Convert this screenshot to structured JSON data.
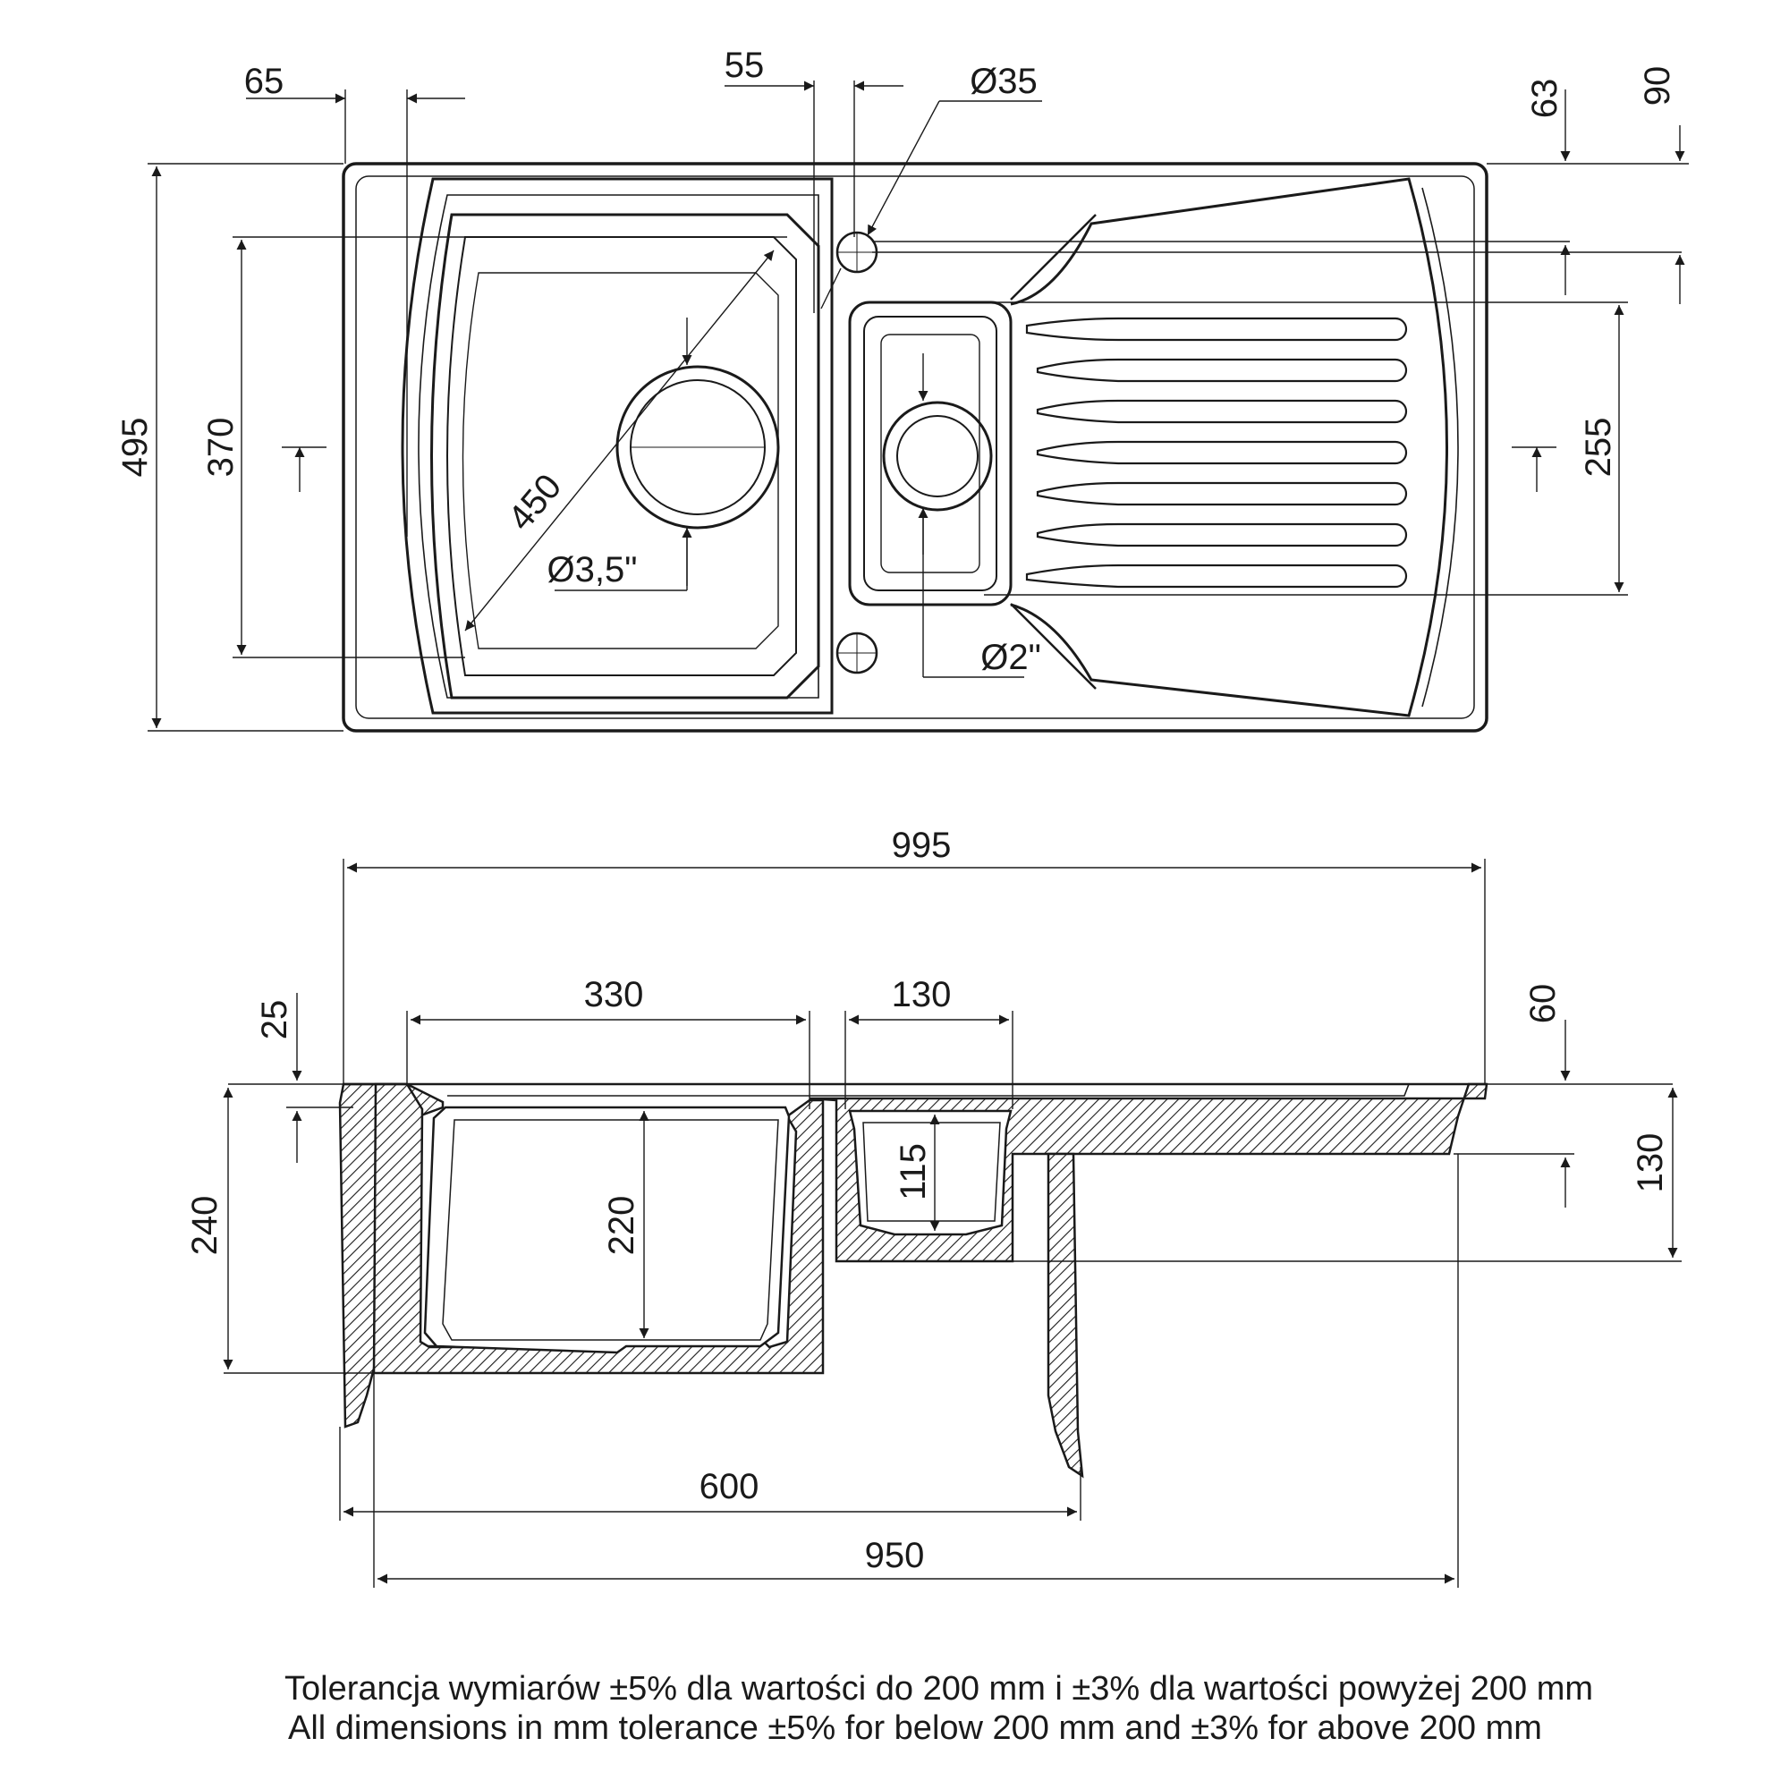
{
  "top_view": {
    "dims": {
      "d65": "65",
      "d55": "55",
      "d35": "Ø35",
      "d63": "63",
      "d90": "90",
      "d495": "495",
      "d370": "370",
      "d450": "450",
      "d3_5": "Ø3,5\"",
      "d2": "Ø2\"",
      "d255": "255"
    }
  },
  "section_view": {
    "dims": {
      "d995": "995",
      "d330": "330",
      "d130a": "130",
      "d25": "25",
      "d60": "60",
      "d240": "240",
      "d220": "220",
      "d115": "115",
      "d130b": "130",
      "d600": "600",
      "d950": "950"
    }
  },
  "notes": {
    "polish": "Tolerancja wymiarów ±5% dla wartości do 200 mm i ±3% dla wartości powyżej 200 mm",
    "english": "All dimensions in mm tolerance ±5% for below 200 mm and ±3% for above 200 mm"
  },
  "colors": {
    "line": "#1a1a1a",
    "background": "#ffffff"
  }
}
